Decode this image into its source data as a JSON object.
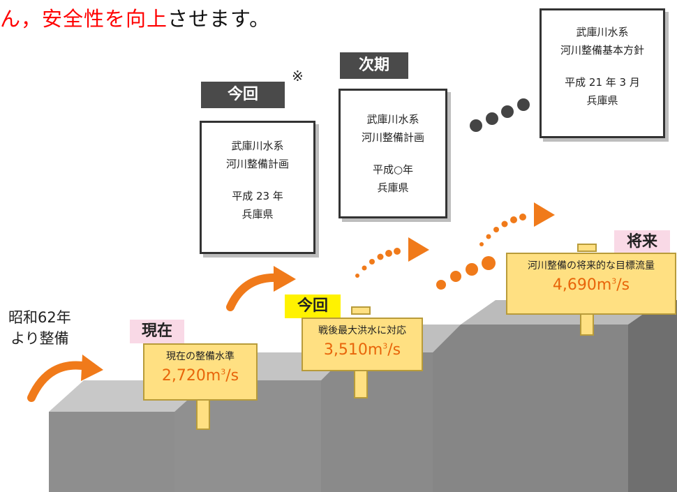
{
  "headline": {
    "part1": "ん，安全性を向上",
    "part2": "させます。"
  },
  "note_mark": "※",
  "left_note": {
    "line1": "昭和62年",
    "line2": "より整備"
  },
  "plans": {
    "current": {
      "tag": "今回",
      "line1": "武庫川水系",
      "line2": "河川整備計画",
      "line3": "平成 23 年",
      "line4": "兵庫県"
    },
    "next": {
      "tag": "次期",
      "line1": "武庫川水系",
      "line2": "河川整備計画",
      "line3": "平成○年",
      "line4": "兵庫県"
    },
    "basic": {
      "line1": "武庫川水系",
      "line2": "河川整備基本方針",
      "line3": "平成 21 年 3 月",
      "line4": "兵庫県"
    }
  },
  "stages": {
    "present": {
      "tag": "現在",
      "label": "現在の整備水準",
      "value": "2,720m",
      "unit_sup": "3",
      "unit_tail": "/s"
    },
    "this_time": {
      "tag": "今回",
      "label": "戦後最大洪水に対応",
      "value": "3,510m",
      "unit_sup": "3",
      "unit_tail": "/s"
    },
    "future": {
      "tag": "将来",
      "label": "河川整備の将来的な目標流量",
      "value": "4,690m",
      "unit_sup": "3",
      "unit_tail": "/s"
    }
  },
  "colors": {
    "arrow": "#f07a1a",
    "headline_red": "#ff0000",
    "sign_fill": "#ffe082",
    "sign_value": "#e8650a",
    "tag_dark": "#4a4a4a",
    "tag_pink": "#f9d9e6",
    "tag_yellow": "#fff200",
    "stair_top": "#bdbdbd",
    "stair_front": "#8c8c8c"
  }
}
